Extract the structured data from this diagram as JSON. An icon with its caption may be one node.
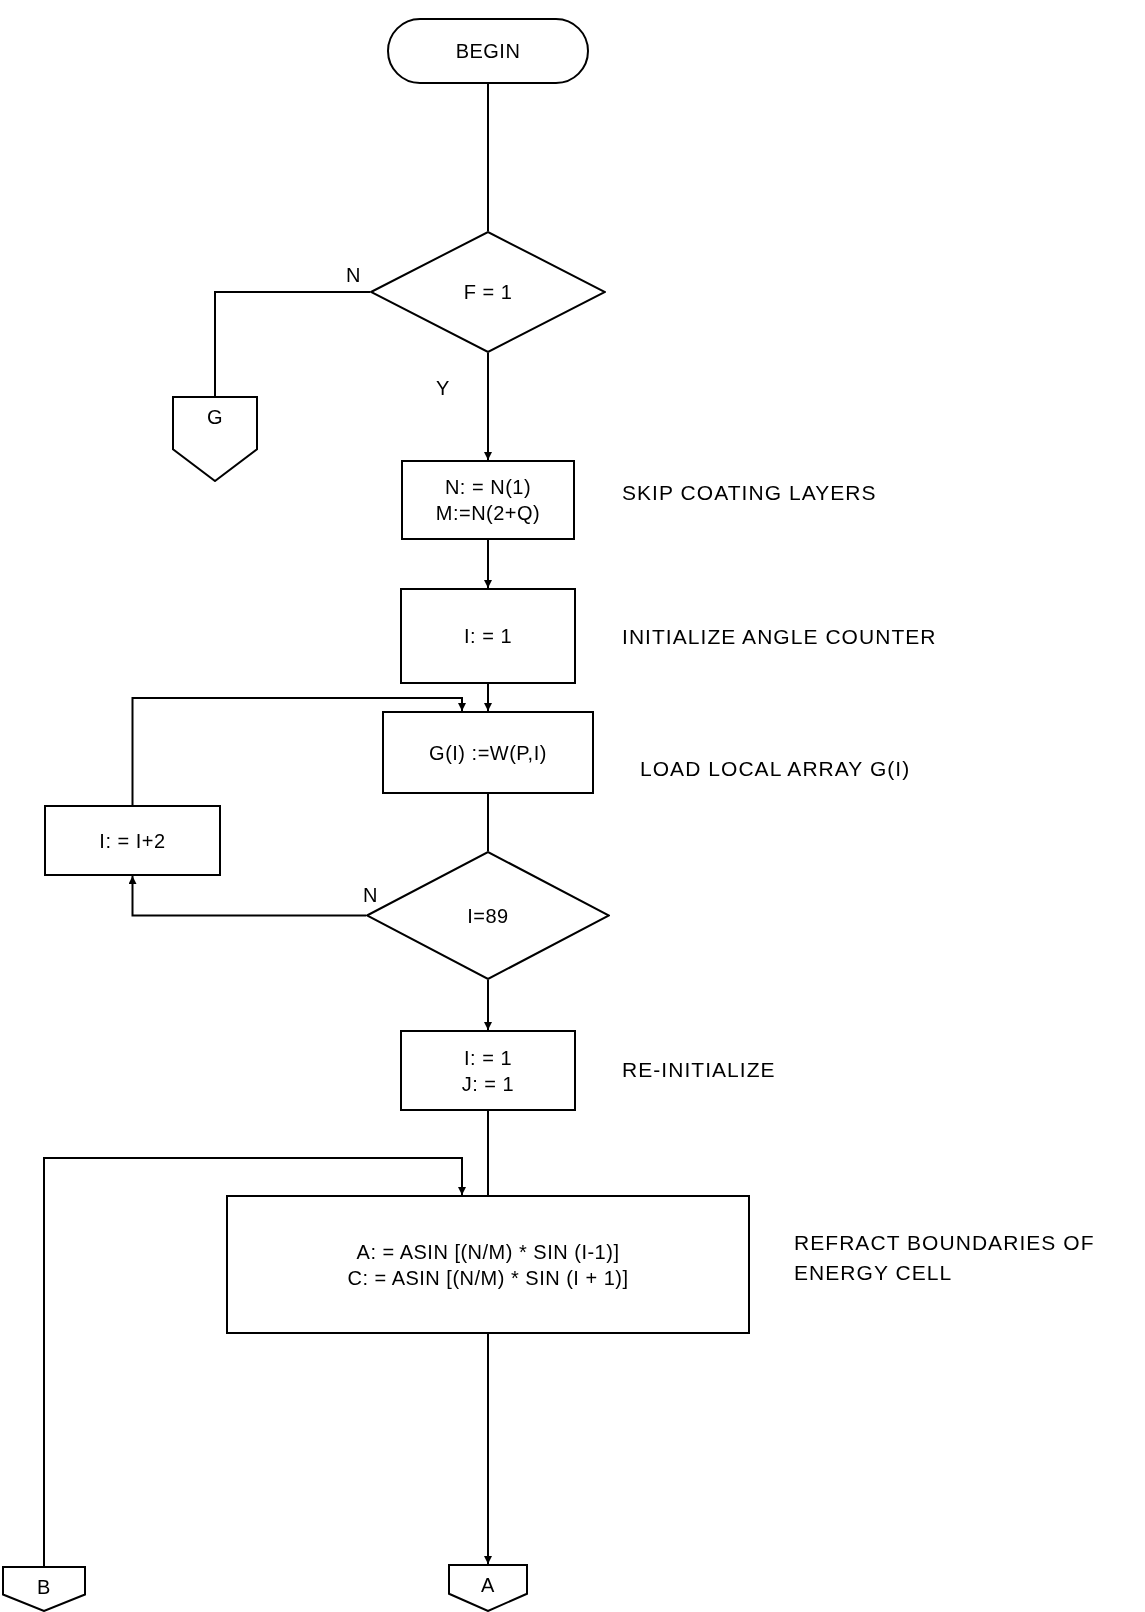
{
  "diagram": {
    "nodes": [
      {
        "text": [
          "BEGIN"
        ]
      },
      {
        "text": [
          "F = 1"
        ]
      },
      {
        "text": [
          "G"
        ]
      },
      {
        "text": [
          "N: = N(1)",
          "M:=N(2+Q)"
        ],
        "beside": [
          "SKIP COATING LAYERS"
        ]
      },
      {
        "text": [
          "I: = 1"
        ],
        "beside": [
          "INITIALIZE ANGLE COUNTER"
        ]
      },
      {
        "text": [
          "G(I) :=W(P,I)"
        ],
        "beside": [
          "LOAD LOCAL ARRAY G(I)"
        ]
      },
      {
        "text": [
          "I: = I+2"
        ]
      },
      {
        "text": [
          "I=89"
        ]
      },
      {
        "text": [
          "I: = 1",
          "J: = 1"
        ],
        "beside": [
          "RE-INITIALIZE"
        ]
      },
      {
        "text": [
          "A: = ASIN [(N/M) * SIN (I-1)]",
          "C: = ASIN [(N/M) * SIN (I + 1)]"
        ],
        "beside": [
          "REFRACT BOUNDARIES OF ENERGY CELL"
        ]
      },
      {
        "text": [
          "B"
        ]
      },
      {
        "text": [
          "A"
        ]
      }
    ],
    "edges": [
      {
        "from": 0,
        "to": 1,
        "arrow": "none"
      },
      {
        "from": 1,
        "to": 2,
        "arrow": "none",
        "label": "N"
      },
      {
        "from": 1,
        "to": 3,
        "arrow": "to",
        "label": "Y"
      },
      {
        "from": 3,
        "to": 4,
        "arrow": "to"
      },
      {
        "from": 4,
        "to": 5,
        "arrow": "to"
      },
      {
        "from": 6,
        "to": 5,
        "arrow": "to"
      },
      {
        "from": 5,
        "to": 7,
        "arrow": "none"
      },
      {
        "from": 7,
        "to": 6,
        "arrow": "to",
        "label": "N"
      },
      {
        "from": 7,
        "to": 8,
        "arrow": "to"
      },
      {
        "from": 8,
        "to": 9,
        "arrow": "none"
      },
      {
        "from": 10,
        "to": 9,
        "arrow": "to"
      },
      {
        "from": 9,
        "to": 11,
        "arrow": "to"
      }
    ]
  }
}
